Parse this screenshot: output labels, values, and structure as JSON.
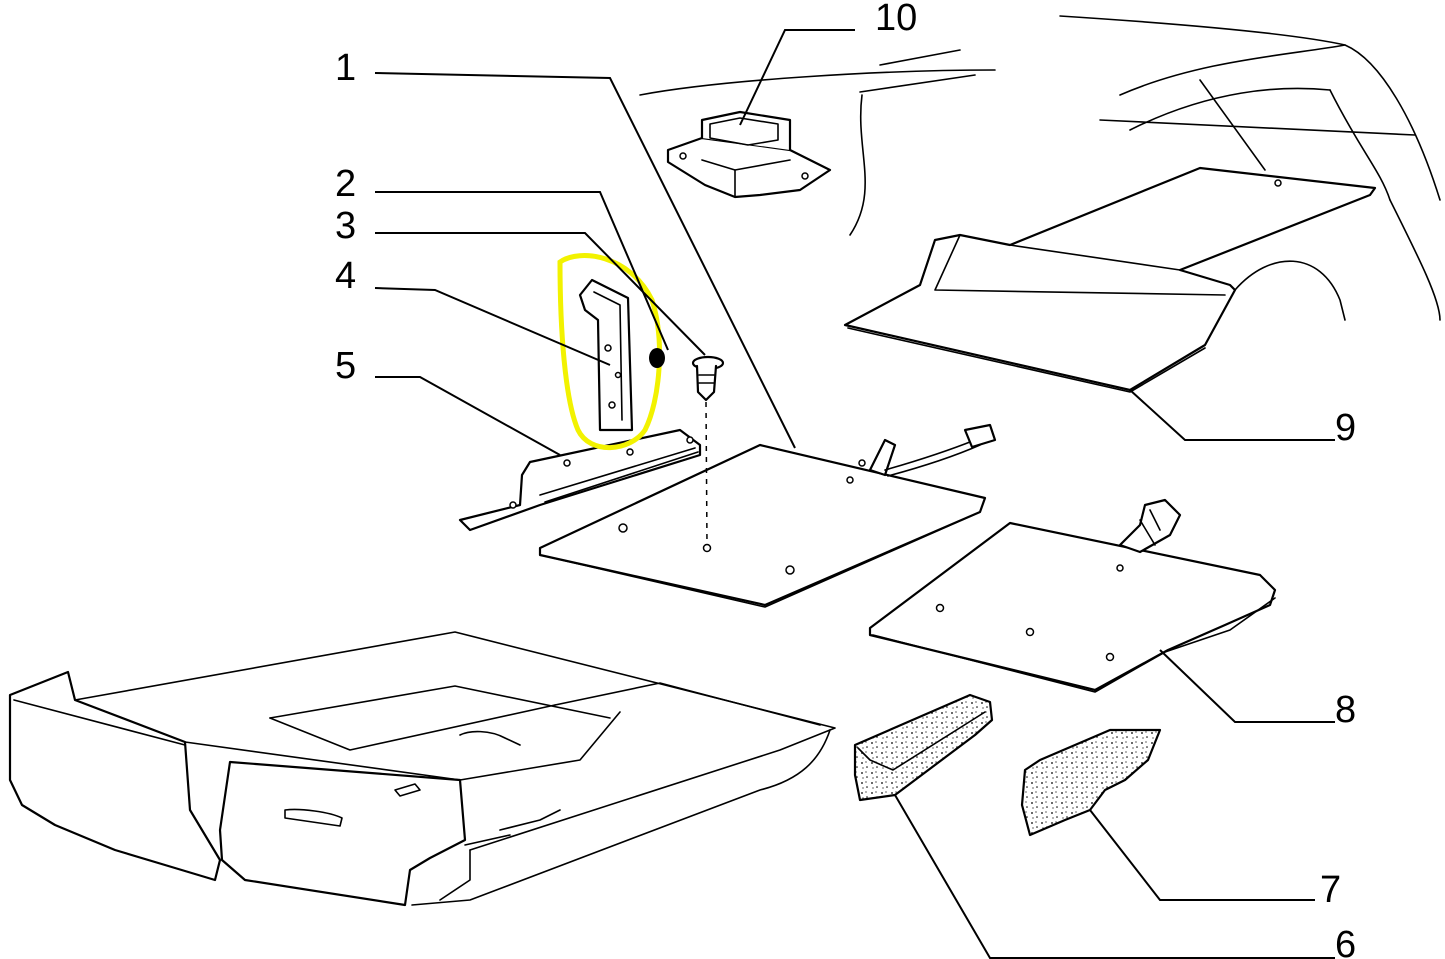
{
  "callouts": [
    {
      "id": "1",
      "label": "1"
    },
    {
      "id": "2",
      "label": "2"
    },
    {
      "id": "3",
      "label": "3"
    },
    {
      "id": "4",
      "label": "4"
    },
    {
      "id": "5",
      "label": "5"
    },
    {
      "id": "6",
      "label": "6"
    },
    {
      "id": "7",
      "label": "7"
    },
    {
      "id": "8",
      "label": "8"
    },
    {
      "id": "9",
      "label": "9"
    },
    {
      "id": "10",
      "label": "10"
    }
  ],
  "highlight": {
    "callout": "4",
    "color": "#f2f200"
  },
  "colors": {
    "line": "#000000",
    "background": "#ffffff"
  }
}
